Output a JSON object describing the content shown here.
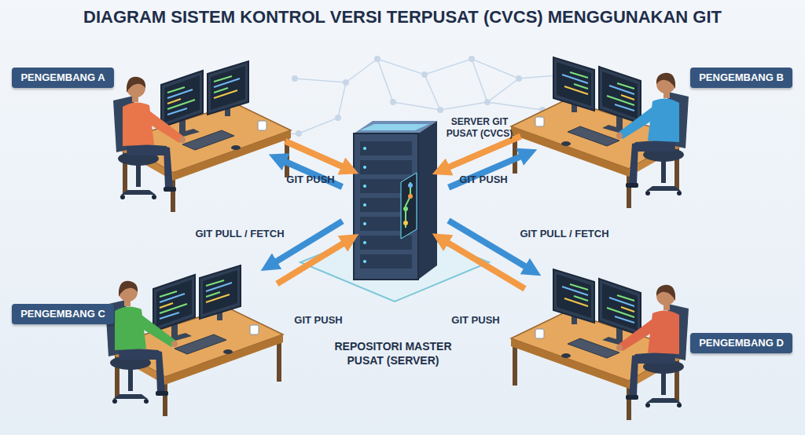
{
  "diagram": {
    "title": "DIAGRAM SISTEM KONTROL VERSI TERPUSAT (CVCS) MENGGUNAKAN GIT",
    "nodes": [
      {
        "text": [
          "PENGEMBANG A"
        ]
      },
      {
        "text": [
          "PENGEMBANG B"
        ]
      },
      {
        "text": [
          "SERVER GIT PUSAT (CVCS)"
        ]
      },
      {
        "text": [
          "PENGEMBANG C"
        ]
      },
      {
        "text": [
          "PENGEMBANG D"
        ]
      }
    ],
    "edges": [
      {
        "from": 0,
        "to": 2,
        "label": "GIT PUSH",
        "arrow": "to"
      },
      {
        "from": 2,
        "to": 0,
        "label": "GIT PULL / FETCH",
        "arrow": "to"
      },
      {
        "from": 1,
        "to": 2,
        "label": "GIT PUSH",
        "arrow": "to"
      },
      {
        "from": 2,
        "to": 1,
        "label": "GIT PULL / FETCH",
        "arrow": "to"
      },
      {
        "from": 3,
        "to": 2,
        "label": "GIT PUSH",
        "arrow": "to"
      },
      {
        "from": 2,
        "to": 3,
        "arrow": "to"
      },
      {
        "from": 4,
        "to": 2,
        "label": "GIT PUSH",
        "arrow": "to"
      },
      {
        "from": 2,
        "to": 4,
        "arrow": "to"
      }
    ],
    "labels": [
      "REPOSITORI MASTER PUSAT (SERVER)"
    ]
  }
}
